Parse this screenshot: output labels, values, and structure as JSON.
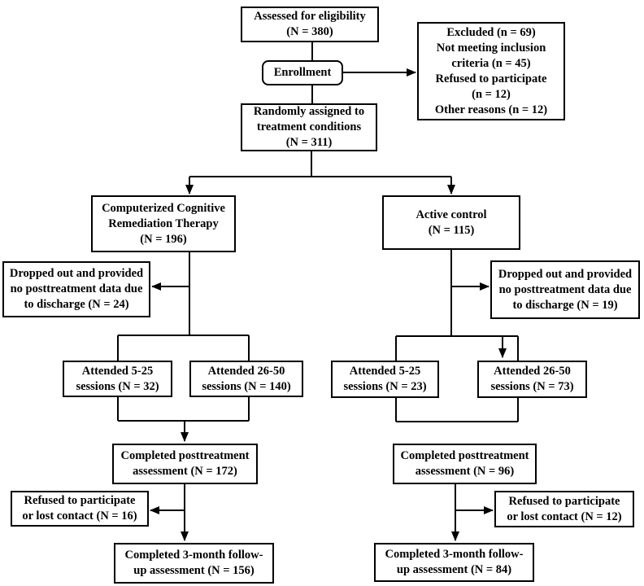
{
  "figure": {
    "type": "consort-flow-diagram",
    "boxes": {
      "assessed": [
        "Assessed for eligibility",
        "(N = 380)"
      ],
      "enrollment": [
        "Enrollment"
      ],
      "excluded": [
        "Excluded (n = 69)",
        "Not meeting inclusion",
        "criteria (n = 45)",
        "Refused to participate",
        "(n = 12)",
        "Other reasons (n = 12)"
      ],
      "randomized": [
        "Randomly assigned to",
        "treatment conditions",
        "(N = 311)"
      ],
      "ccrt_arm": [
        "Computerized Cognitive",
        "Remediation Therapy",
        "(N = 196)"
      ],
      "active_control_arm": [
        "Active control",
        "(N = 115)"
      ],
      "dropout_left": [
        "Dropped out and provided",
        "no posttreatment data due",
        "to discharge (N = 24)"
      ],
      "dropout_right": [
        "Dropped out and provided",
        "no posttreatment data due",
        "to discharge (N = 19)"
      ],
      "attended_low_left": [
        "Attended 5-25",
        "sessions (N = 32)"
      ],
      "attended_high_left": [
        "Attended 26-50",
        "sessions (N = 140)"
      ],
      "attended_low_right": [
        "Attended 5-25",
        "sessions (N = 23)"
      ],
      "attended_high_right": [
        "Attended 26-50",
        "sessions (N = 73)"
      ],
      "posttreatment_left": [
        "Completed posttreatment",
        "assessment (N = 172)"
      ],
      "posttreatment_right": [
        "Completed posttreatment",
        "assessment (N = 96)"
      ],
      "refused_left": [
        "Refused to participate",
        "or lost contact (N = 16)"
      ],
      "refused_right": [
        "Refused to participate",
        "or lost contact (N = 12)"
      ],
      "followup_left": [
        "Completed 3-month follow-",
        "up assessment (N = 156)"
      ],
      "followup_right": [
        "Completed 3-month follow-",
        "up assessment (N = 84)"
      ]
    },
    "colors": {
      "background": "#ffffff",
      "text": "#000000",
      "line": "#000000",
      "border": "#000000"
    }
  }
}
